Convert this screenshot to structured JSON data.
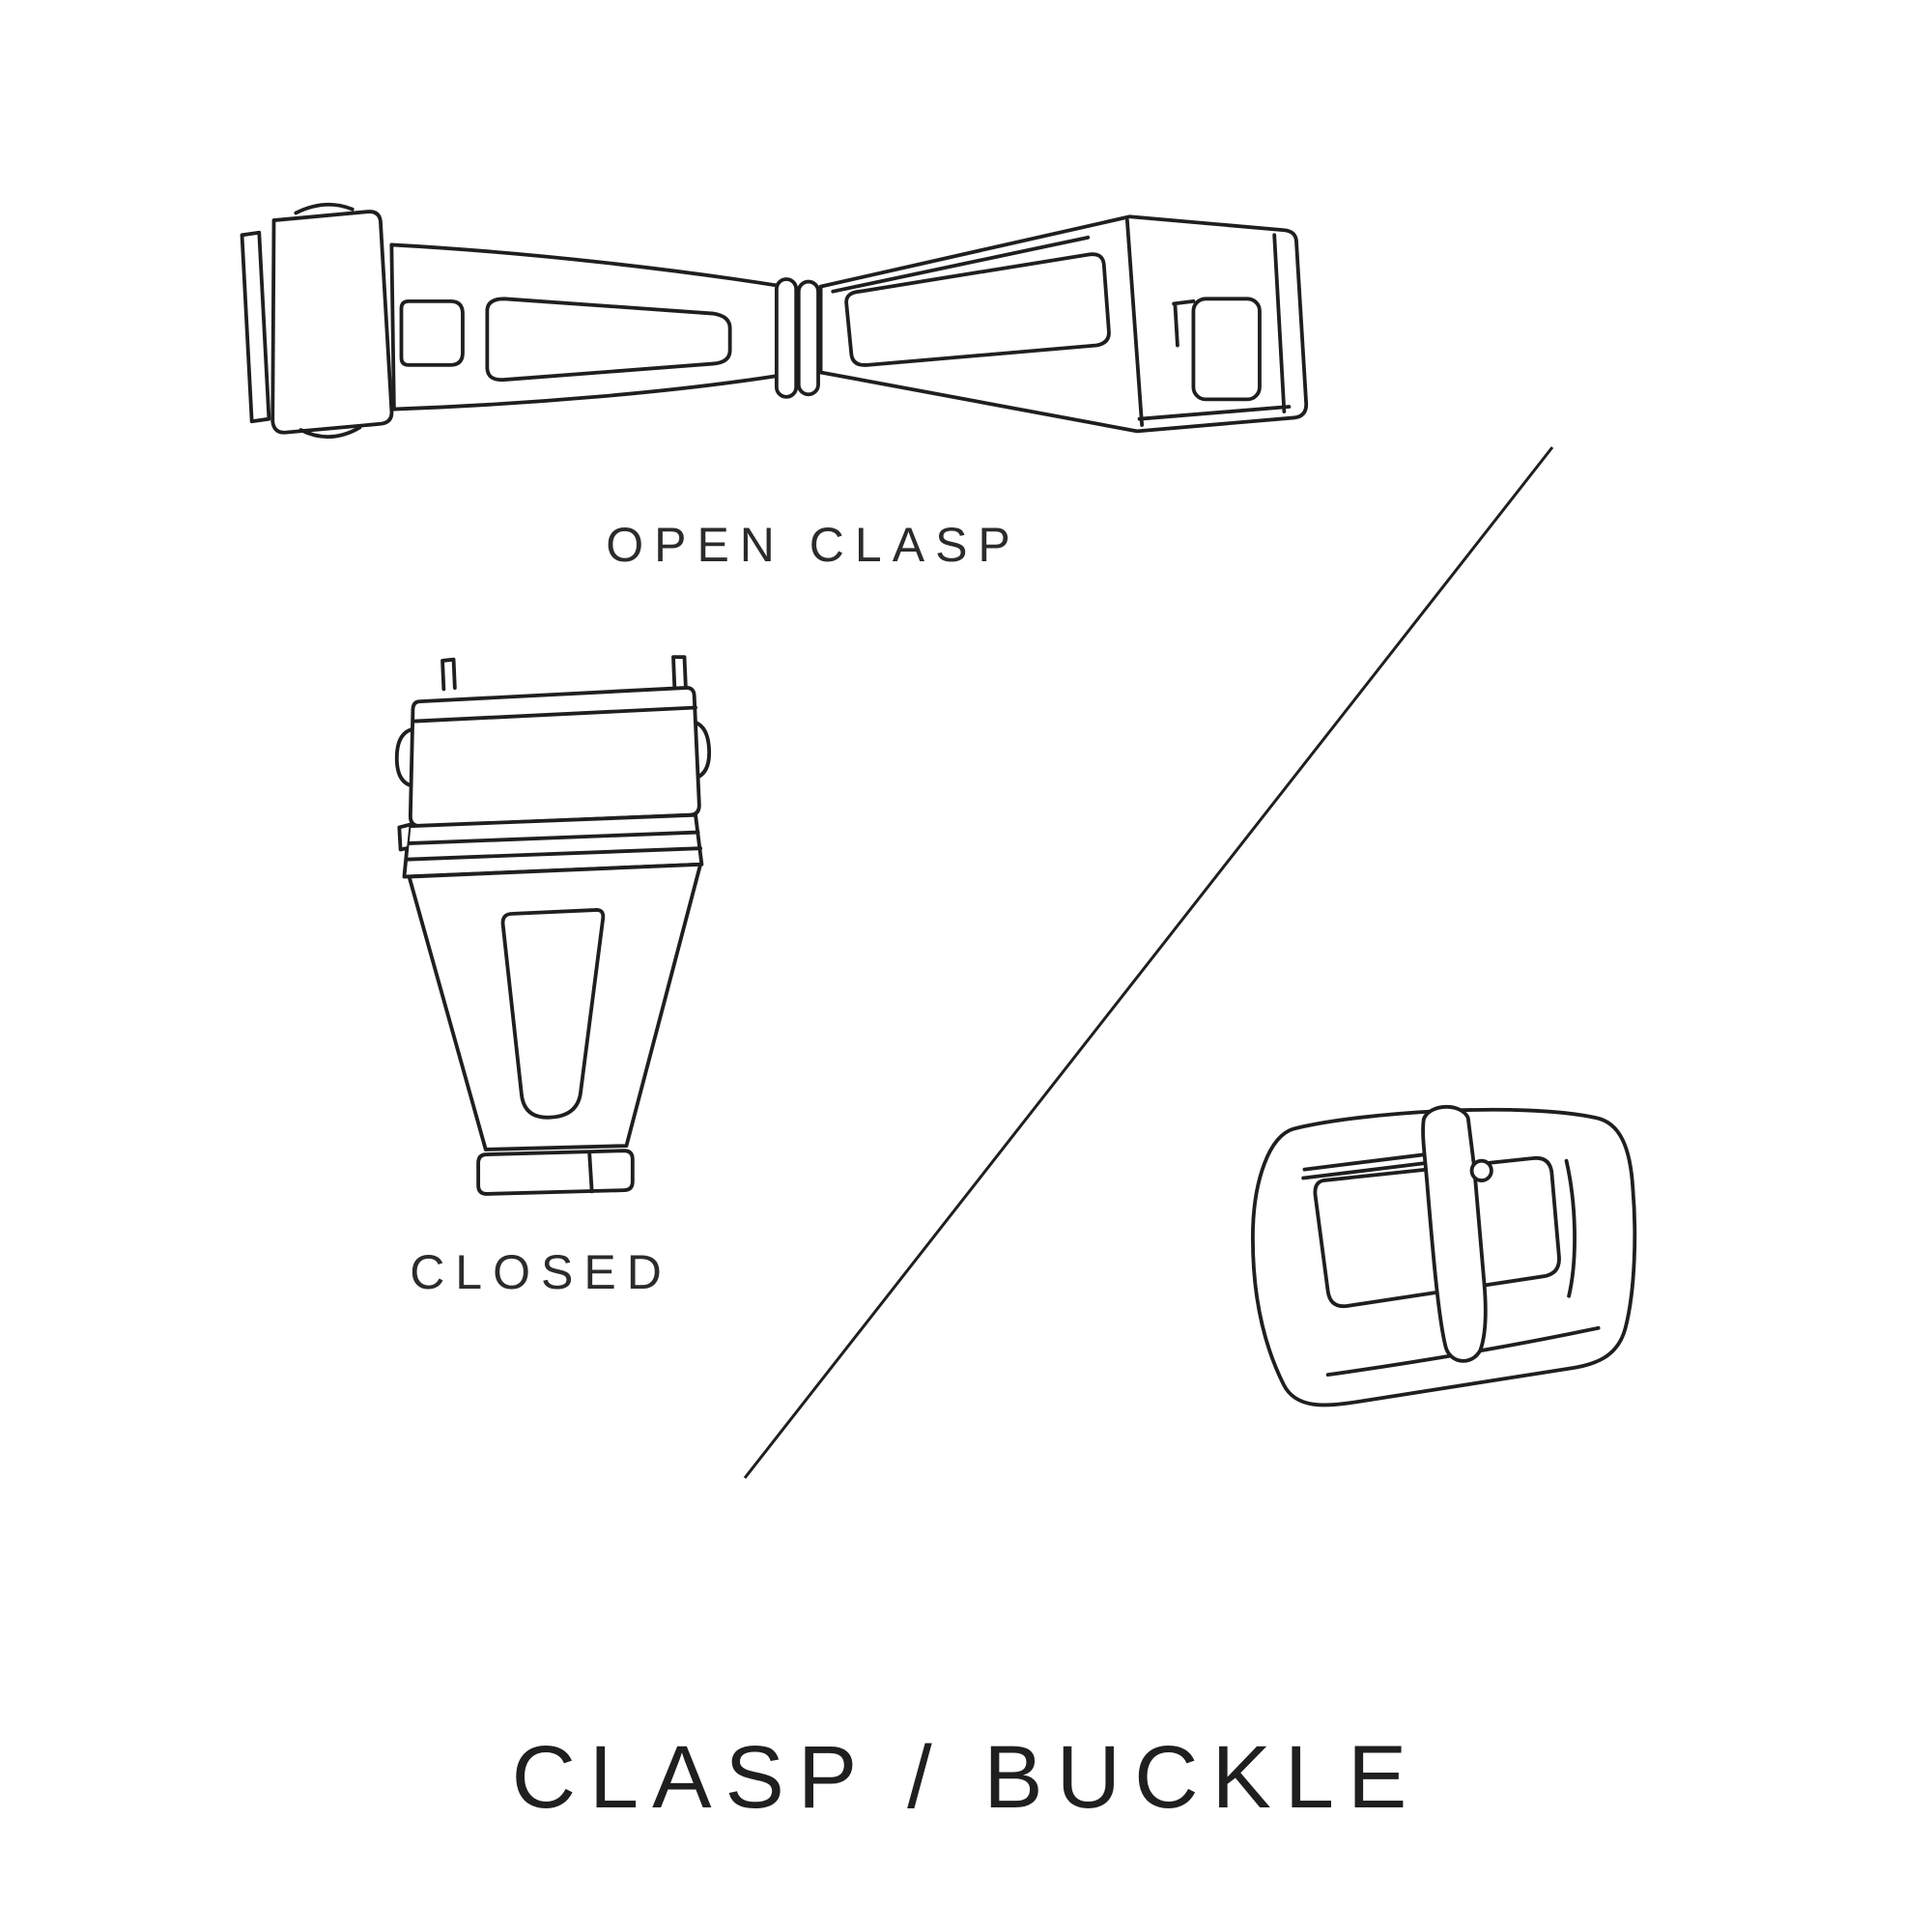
{
  "canvas": {
    "background": "#ffffff",
    "line_color": "#1f1f1f"
  },
  "diagram": {
    "title": "CLASP / BUCKLE",
    "captions": {
      "open_clasp": "OPEN CLASP",
      "closed": "CLOSED"
    },
    "illustrations": [
      "open-clasp-illustration",
      "closed-clasp-illustration",
      "tang-buckle-illustration"
    ],
    "divider": "diagonal-divider-line"
  }
}
